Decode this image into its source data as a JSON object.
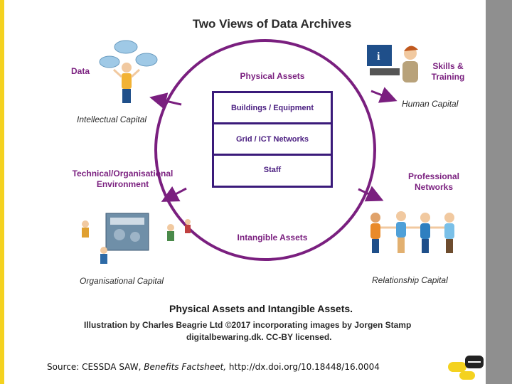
{
  "title": "Two Views of Data Archives",
  "center": {
    "physical_assets": "Physical Assets",
    "intangible_assets": "Intangible Assets",
    "boxes": [
      "Buildings / Equipment",
      "Grid / ICT Networks",
      "Staff"
    ]
  },
  "left": {
    "data_label": "Data",
    "intellectual_capital": "Intellectual Capital",
    "tech_label_line1": "Technical/Organisational",
    "tech_label_line2": "Environment",
    "organisational_capital": "Organisational Capital"
  },
  "right": {
    "skills_line1": "Skills &",
    "skills_line2": "Training",
    "human_capital": "Human Capital",
    "prof_line1": "Professional",
    "prof_line2": "Networks",
    "relationship_capital": "Relationship Capital"
  },
  "caption": {
    "heading": "Physical Assets and Intangible Assets.",
    "line1": "Illustration by Charles Beagrie Ltd ©2017 incorporating images by Jorgen Stamp",
    "line2": "digitalbewaring.dk. CC-BY licensed."
  },
  "source": {
    "prefix": "Source: CESSDA SAW,",
    "title": "Benefits Factsheet,",
    "link": "http://dx.doi.org/10.18448/16.0004"
  },
  "colors": {
    "accent": "#7a1f7f",
    "box": "#3a1a7a",
    "yellow": "#f4d21f",
    "grey": "#8f8f8f"
  }
}
